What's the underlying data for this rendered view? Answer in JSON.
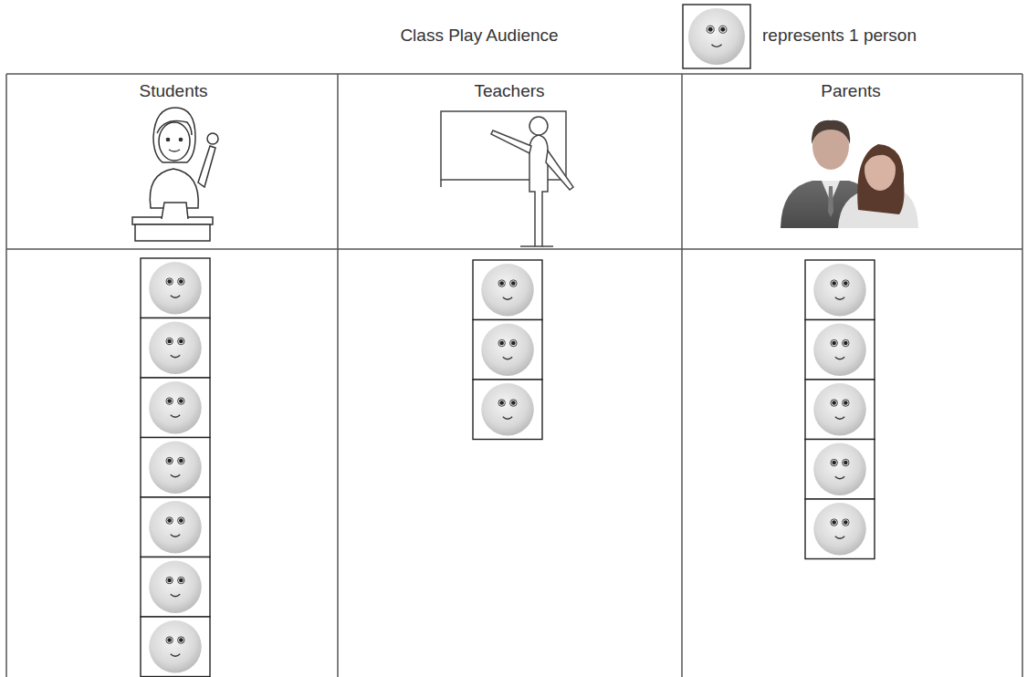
{
  "diagram": {
    "title": "Class Play Audience",
    "labels": [
      "Students",
      "Teachers",
      "Parents"
    ],
    "legend": [
      {
        "text": "represents 1 person"
      }
    ]
  }
}
